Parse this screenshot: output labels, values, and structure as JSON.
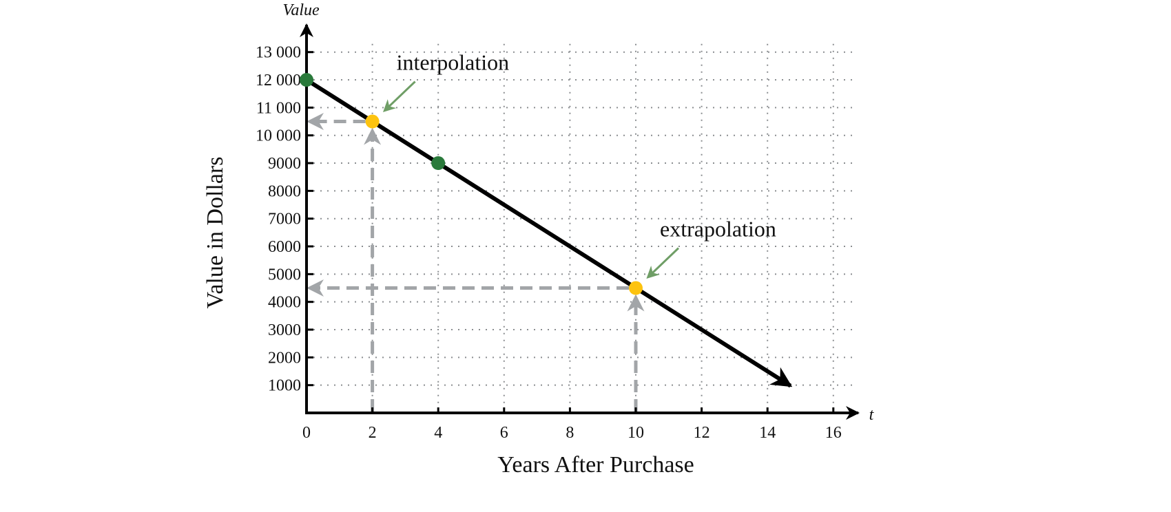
{
  "chart_data": {
    "type": "line",
    "title": "",
    "xlabel": "Years After Purchase",
    "ylabel": "Value in Dollars",
    "x_axis_var": "t",
    "y_axis_var": "Value",
    "xlim": [
      0,
      16
    ],
    "ylim": [
      0,
      13000
    ],
    "grid": true,
    "x_ticks": [
      0,
      2,
      4,
      6,
      8,
      10,
      12,
      14,
      16
    ],
    "x_tick_labels": [
      "0",
      "2",
      "4",
      "6",
      "8",
      "10",
      "12",
      "14",
      "16"
    ],
    "y_ticks": [
      1000,
      2000,
      3000,
      4000,
      5000,
      6000,
      7000,
      8000,
      9000,
      10000,
      11000,
      12000,
      13000
    ],
    "y_tick_labels": [
      "1000",
      "2000",
      "3000",
      "4000",
      "5000",
      "6000",
      "7000",
      "8000",
      "9000",
      "10 000",
      "11 000",
      "12 000",
      "13 000"
    ],
    "line": {
      "x": [
        0,
        14.7
      ],
      "y": [
        12000,
        975
      ],
      "color": "#000000"
    },
    "data_points": {
      "x": [
        0,
        4
      ],
      "y": [
        12000,
        9000
      ],
      "color": "#2a7a3b"
    },
    "estimated_points": {
      "x": [
        2,
        10
      ],
      "y": [
        10500,
        4500
      ],
      "color": "#fdc30f"
    },
    "guide_color": "#a2a5a8",
    "annotations": [
      {
        "text": "interpolation",
        "x": 2,
        "y": 10500,
        "arrow_color": "#6f9e66"
      },
      {
        "text": "extrapolation",
        "x": 10,
        "y": 4500,
        "arrow_color": "#6f9e66"
      }
    ]
  }
}
